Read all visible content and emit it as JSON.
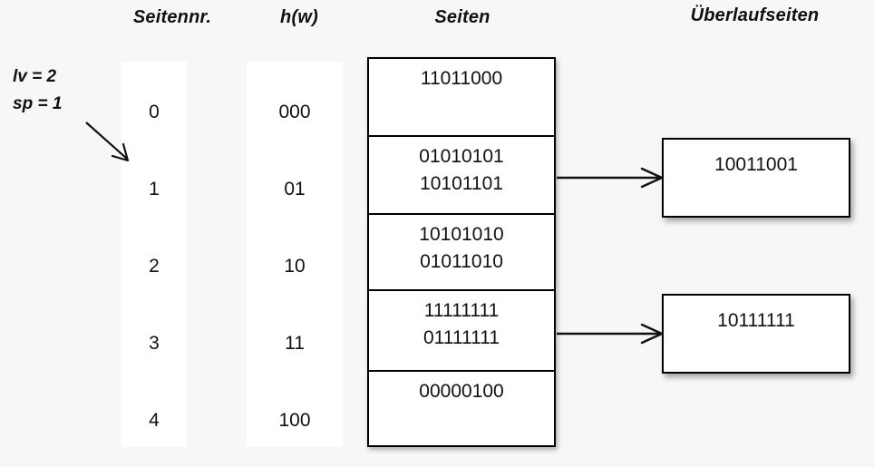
{
  "diagram": {
    "title_absent": true,
    "background_color": "#f7f7f7",
    "line_color": "#000000",
    "box_fill": "#ffffff"
  },
  "headers": {
    "page_number": "Seitennr.",
    "hash": "h(w)",
    "pages": "Seiten",
    "overflow_pages": "Überlaufseiten"
  },
  "parameters": {
    "level_label": "lv = 2",
    "split_pointer_label": "sp = 1",
    "pointer_icon": "diagonal-arrow-icon"
  },
  "page_numbers": [
    "0",
    "1",
    "2",
    "3",
    "4"
  ],
  "hash_values": [
    "000",
    "01",
    "10",
    "11",
    "100"
  ],
  "pages": [
    {
      "page_number": "0",
      "hash": "000",
      "records": [
        "11011000"
      ]
    },
    {
      "page_number": "1",
      "hash": "01",
      "records": [
        "01010101",
        "10101101"
      ]
    },
    {
      "page_number": "2",
      "hash": "10",
      "records": [
        "10101010",
        "01011010"
      ]
    },
    {
      "page_number": "3",
      "hash": "11",
      "records": [
        "11111111",
        "01111111"
      ]
    },
    {
      "page_number": "4",
      "hash": "100",
      "records": [
        "00000100"
      ]
    }
  ],
  "overflow_pages": [
    {
      "from_page": "1",
      "records": [
        "10011001"
      ]
    },
    {
      "from_page": "3",
      "records": [
        "10111111"
      ]
    }
  ],
  "connectors": [
    {
      "name": "overflow-arrow-page-1",
      "from": "page-row-1",
      "to": "overflow-box-0"
    },
    {
      "name": "overflow-arrow-page-3",
      "from": "page-row-3",
      "to": "overflow-box-1"
    }
  ]
}
